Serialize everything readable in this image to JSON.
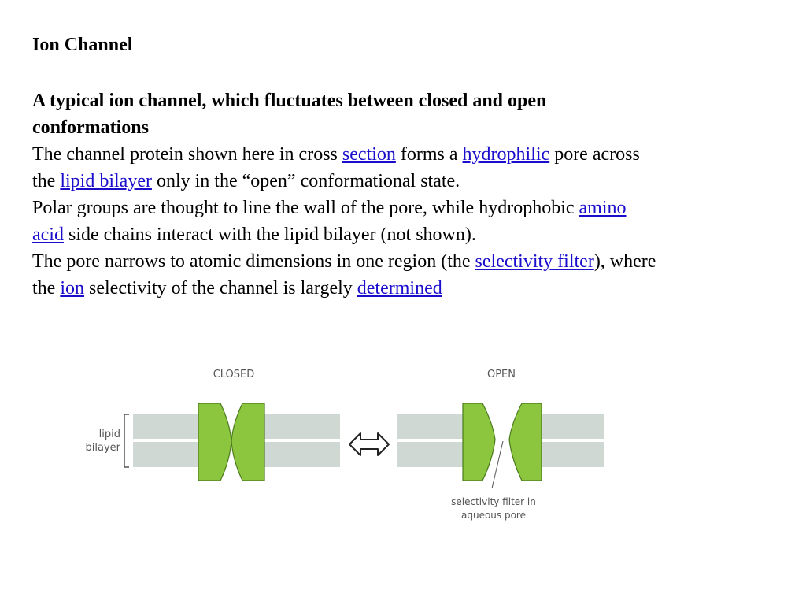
{
  "page": {
    "title": "Ion Channel",
    "subtitle": "A typical ion channel, which fluctuates between closed and open conformations"
  },
  "paragraphs": [
    {
      "parts": [
        {
          "text": "The channel protein shown here in cross "
        },
        {
          "text": "section",
          "link": true
        },
        {
          "text": " forms a "
        },
        {
          "text": "hydrophilic",
          "link": true
        },
        {
          "text": " pore across the "
        },
        {
          "text": "lipid bilayer",
          "link": true
        },
        {
          "text": " only in the “open” conformational state."
        }
      ]
    },
    {
      "parts": [
        {
          "text": "Polar groups are thought to line the wall of the pore, while hydrophobic "
        },
        {
          "text": "amino acid",
          "link": true
        },
        {
          "text": " side chains interact with the lipid bilayer (not shown)."
        }
      ]
    },
    {
      "parts": [
        {
          "text": "The pore narrows to atomic dimensions in one region (the "
        },
        {
          "text": "selectivity filter",
          "link": true
        },
        {
          "text": "), where the "
        },
        {
          "text": "ion",
          "link": true
        },
        {
          "text": " selectivity of the channel is largely "
        },
        {
          "text": "determined",
          "link": true
        }
      ]
    }
  ],
  "links": {
    "section": "section",
    "hydrophilic": "hydrophilic",
    "lipid_bilayer": "lipid bilayer",
    "amino": "amino",
    "acid": "acid",
    "selectivity_filter": "selectivity filter",
    "ion": "ion",
    "determined": "determined"
  },
  "text": {
    "p1_a": "The channel protein shown here in cross ",
    "p1_b": " forms a ",
    "p1_c": " pore across",
    "p1_d": "the ",
    "p1_e": " only in the “open” conformational state.",
    "p2_a": "Polar groups are thought to line the wall of the pore, while hydrophobic ",
    "p2_b": " side chains interact with the lipid bilayer (not shown).",
    "p3_a": "The pore narrows to atomic dimensions in one region (the ",
    "p3_b": "), where",
    "p3_c": "the ",
    "p3_d": " selectivity of the channel is largely "
  },
  "figure": {
    "closed_label": "CLOSED",
    "open_label": "OPEN",
    "bilayer_label_line1": "lipid",
    "bilayer_label_line2": "bilayer",
    "filter_label_line1": "selectivity filter in",
    "filter_label_line2": "aqueous pore",
    "arrow_icon": "double-headed-arrow",
    "colors": {
      "protein_fill": "#8cc63f",
      "protein_stroke": "#4a7a1a",
      "membrane_fill": "#cfd8d2",
      "label_text": "#555555",
      "link": "#1a0dcc"
    }
  }
}
